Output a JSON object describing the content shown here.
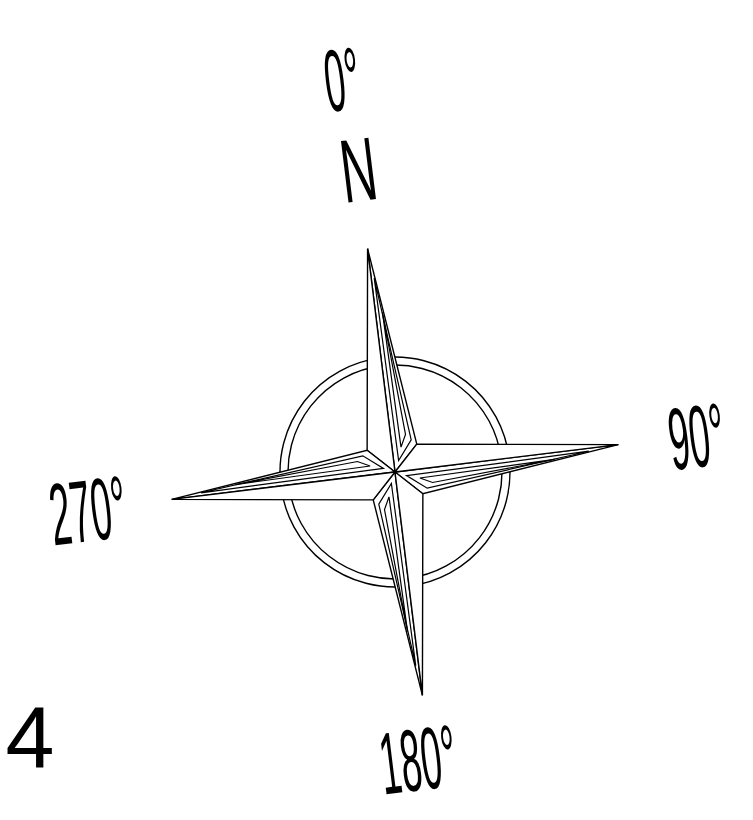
{
  "diagram": {
    "labels": [
      "0°",
      "N",
      "90°",
      "180°",
      "270°",
      "4"
    ]
  }
}
